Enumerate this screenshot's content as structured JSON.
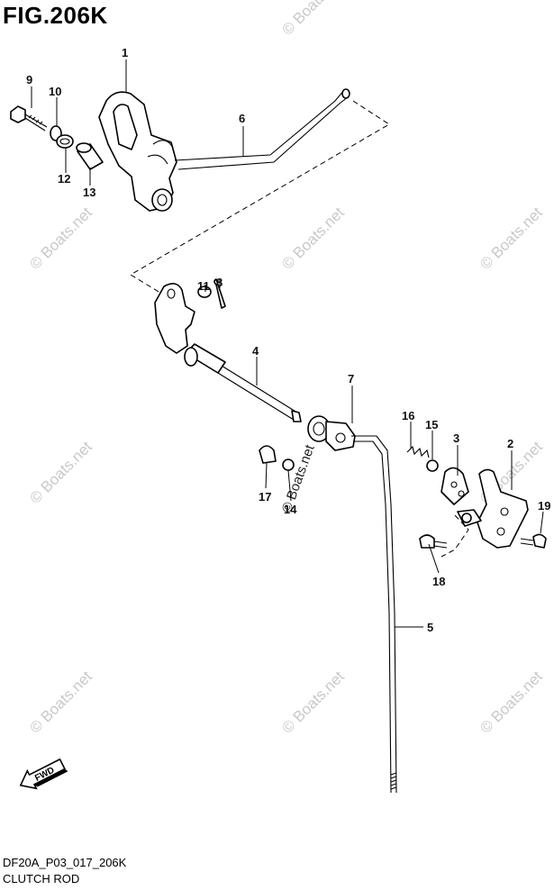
{
  "figure": {
    "title": "FIG.206K",
    "drawing_code": "DF20A_P03_017_206K",
    "name": "CLUTCH ROD",
    "fwd_label": "FWD",
    "watermark": "© Boats.net"
  },
  "callouts": [
    "1",
    "2",
    "3",
    "4",
    "5",
    "6",
    "7",
    "8",
    "9",
    "10",
    "11",
    "12",
    "13",
    "14",
    "15",
    "16",
    "17",
    "18",
    "19"
  ],
  "colors": {
    "line": "#000000",
    "watermark": "#c9c9c9",
    "background": "#ffffff"
  }
}
